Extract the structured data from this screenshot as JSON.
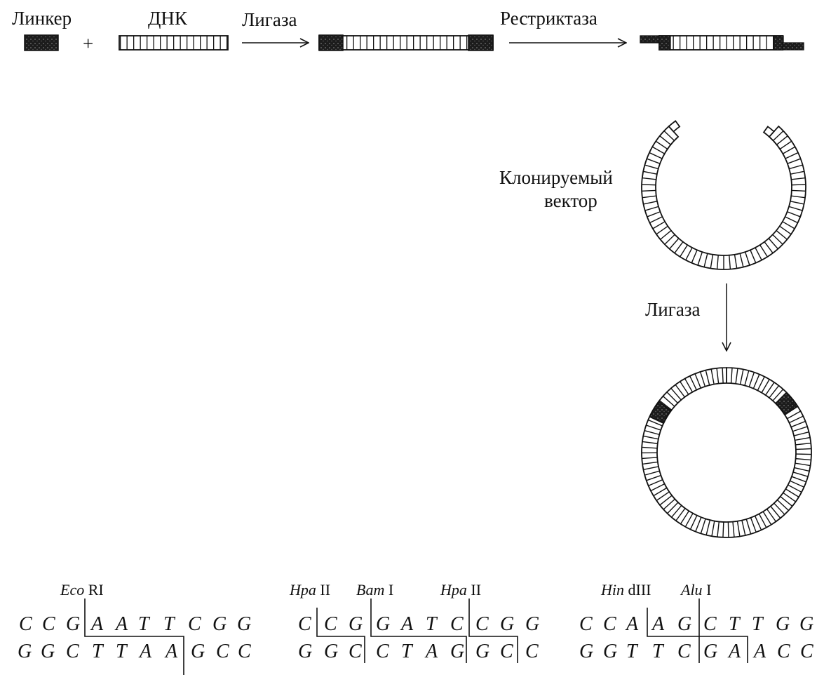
{
  "labels": {
    "linker": "Линкер",
    "plus": "+",
    "dna": "ДНК",
    "ligase_1": "Лигаза",
    "restrictase": "Рестриктаза",
    "vector_line1": "Клонируемый",
    "vector_line2": "вектор",
    "ligase_2": "Лигаза"
  },
  "enzymes": {
    "ecori_italic": "Eco",
    "ecori_roman": " RI",
    "hpaii_left_italic": "Hpa",
    "hpaii_left_roman": " II",
    "bami_italic": "Bam",
    "bami_roman": " I",
    "hpaii_right_italic": "Hpa",
    "hpaii_right_roman": " II",
    "hindiii_italic": "Hin",
    "hindiii_roman": " dIII",
    "alui_italic": "Alu",
    "alui_roman": " I"
  },
  "sequences": {
    "eco_top": [
      "C",
      "C",
      "G",
      "A",
      "A",
      "T",
      "T",
      "C",
      "G",
      "G"
    ],
    "eco_bottom": [
      "G",
      "G",
      "C",
      "T",
      "T",
      "A",
      "A",
      "G",
      "C",
      "C"
    ],
    "bam_top": [
      "C",
      "C",
      "G",
      "G",
      "A",
      "T",
      "C",
      "C",
      "G",
      "G"
    ],
    "bam_bottom": [
      "G",
      "G",
      "C",
      "C",
      "T",
      "A",
      "G",
      "G",
      "C",
      "C"
    ],
    "hind_top": [
      "C",
      "C",
      "A",
      "A",
      "G",
      "C",
      "T",
      "T",
      "G",
      "G"
    ],
    "hind_bottom": [
      "G",
      "G",
      "T",
      "T",
      "C",
      "G",
      "A",
      "A",
      "C",
      "C"
    ]
  }
}
